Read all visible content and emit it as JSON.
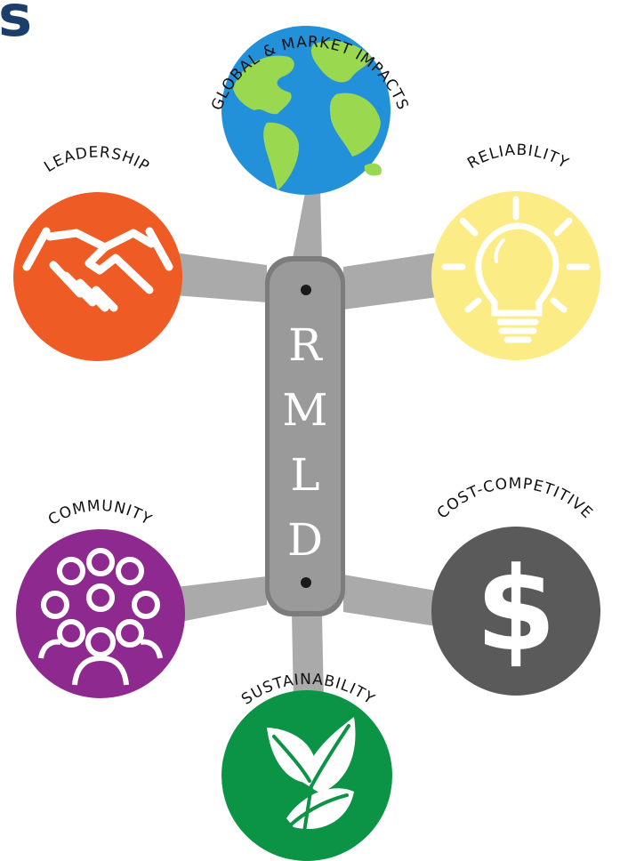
{
  "title_fragment": "s",
  "hub": {
    "letters": [
      "R",
      "M",
      "L",
      "D"
    ],
    "color": "#9a9a9a"
  },
  "connector_color": "#aaaaaa",
  "nodes": {
    "global": {
      "label": "GLOBAL & MARKET IMPACTS",
      "color": "#2391d9",
      "icon": "globe-icon"
    },
    "leadership": {
      "label": "LEADERSHIP",
      "color": "#ef5b24",
      "icon": "handshake-icon"
    },
    "reliability": {
      "label": "RELIABILITY",
      "color": "#fbec85",
      "icon": "lightbulb-icon"
    },
    "community": {
      "label": "COMMUNITY",
      "color": "#8e2a8f",
      "icon": "people-icon"
    },
    "cost": {
      "label": "COST-COMPETITIVE",
      "color": "#5a5a5a",
      "icon": "dollar-icon",
      "glyph": "$"
    },
    "sustainability": {
      "label": "SUSTAINABILITY",
      "color": "#0c9446",
      "icon": "leaves-icon"
    }
  }
}
